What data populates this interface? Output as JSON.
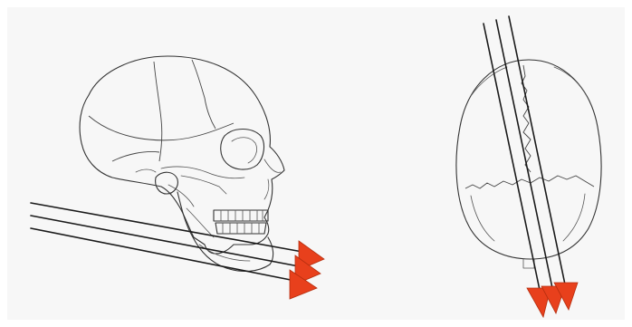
{
  "figure": {
    "views": [
      "lateral-skull",
      "superior-skull"
    ],
    "arrow_color": "#e8401c",
    "line_color": "#1a1a1a",
    "background": "#f7f7f7",
    "lateral_arrow_count": 3,
    "superior_arrow_count": 3
  }
}
